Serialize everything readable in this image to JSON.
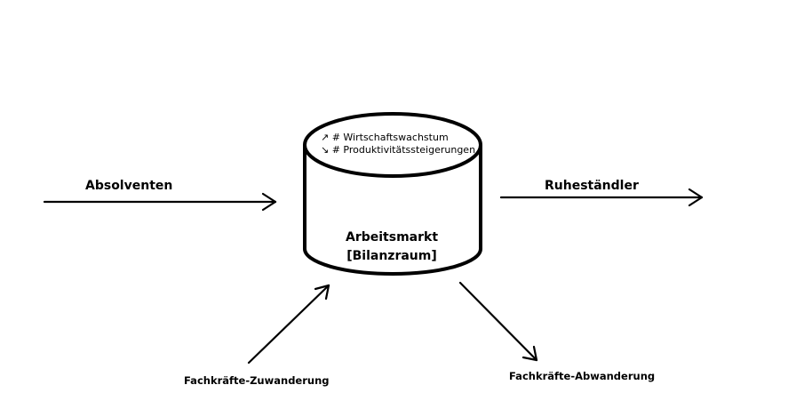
{
  "diagram": {
    "center": {
      "title": "Arbeitsmarkt",
      "subtitle": "[Bilanzraum]",
      "top_lines": [
        "↗ # Wirtschaftswachstum",
        "↘ # Produktivitätssteigerungen"
      ]
    },
    "flows": {
      "inflow_left": "Absolventen",
      "outflow_right": "Ruheständler",
      "inflow_bottom": "Fachkräfte-Zuwanderung",
      "outflow_bottom": "Fachkräfte-Abwanderung"
    },
    "colors": {
      "stroke": "#000000",
      "background": "#ffffff"
    }
  }
}
